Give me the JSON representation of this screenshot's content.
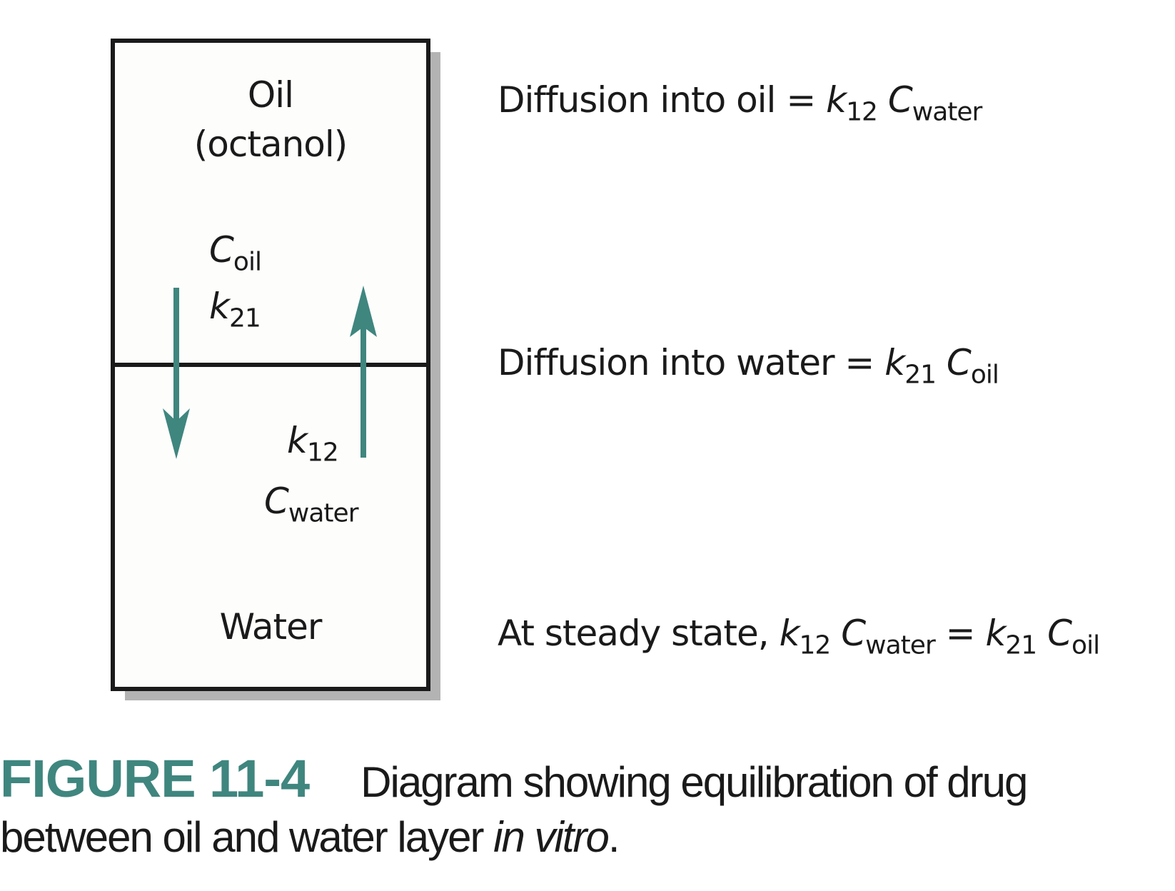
{
  "diagram": {
    "oil_label": "Oil",
    "oil_sublabel": "(octanol)",
    "water_label": "Water",
    "upper_symbol": {
      "var": "C",
      "sub": "oil"
    },
    "upper_rate": {
      "var": "k",
      "sub": "21"
    },
    "lower_rate": {
      "var": "k",
      "sub": "12"
    },
    "lower_symbol": {
      "var": "C",
      "sub": "water"
    },
    "arrow_color": "#3f867f"
  },
  "equations": [
    {
      "text": "Diffusion into oil = ",
      "k": "k",
      "k_sub": "12",
      "c": "C",
      "c_sub": "water"
    },
    {
      "text": "Diffusion into water = ",
      "k": "k",
      "k_sub": "21",
      "c": "C",
      "c_sub": "oil"
    },
    {
      "text": "At steady state, ",
      "k": "k",
      "k_sub": "12",
      "c": "C",
      "c_sub": "water",
      "eq": " = ",
      "k2": "k",
      "k2_sub": "21",
      "c2": "C",
      "c2_sub": "oil"
    }
  ],
  "caption": {
    "label": "FIGURE 11-4",
    "line1": "Diagram showing equilibration of drug",
    "line2_pre": "between oil and water layer ",
    "line2_italic": "in vitro",
    "line2_post": ".",
    "label_color": "#3f867f"
  }
}
